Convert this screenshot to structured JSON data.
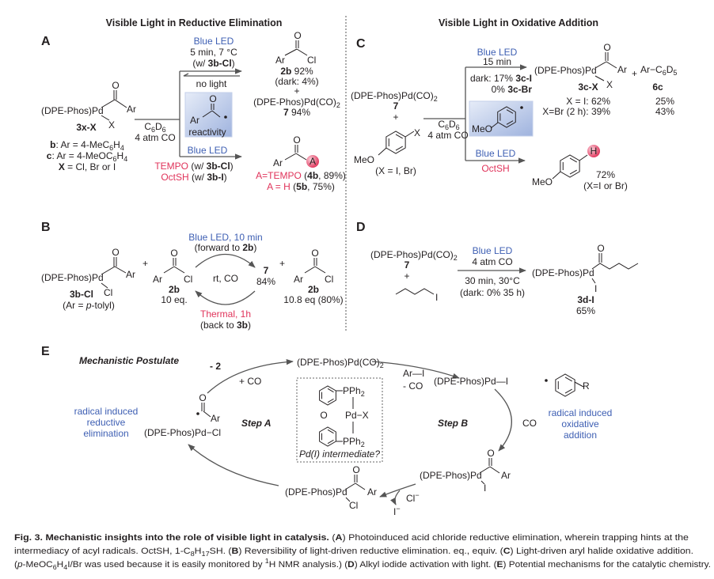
{
  "headers": {
    "left": "Visible Light in Reductive Elimination",
    "right": "Visible Light in Oxidative Addition"
  },
  "panel_letters": [
    "A",
    "B",
    "C",
    "D",
    "E"
  ],
  "colors": {
    "blue": "#3e5fb3",
    "red": "#e0335a",
    "highlight_box": "#aebfe2"
  },
  "panelA": {
    "reactant_pd": "(DPE-Phos)Pd",
    "O": "O",
    "Ar": "Ar",
    "X": "X",
    "reactant_id": "3x-X",
    "def_b": [
      [
        "b",
        "b"
      ],
      [
        ": Ar = 4-MeC",
        ""
      ],
      [
        "6",
        "sub"
      ],
      [
        "H",
        ""
      ],
      [
        "4",
        "sub"
      ]
    ],
    "def_c": [
      [
        "c",
        "b"
      ],
      [
        ": Ar = 4-MeOC",
        ""
      ],
      [
        "6",
        "sub"
      ],
      [
        "H",
        ""
      ],
      [
        "4",
        "sub"
      ]
    ],
    "def_x": [
      [
        "X",
        "b"
      ],
      [
        " = Cl, Br or I",
        ""
      ]
    ],
    "solvent": [
      [
        "C",
        ""
      ],
      [
        "6",
        "sub"
      ],
      [
        "D",
        ""
      ],
      [
        "6",
        "sub"
      ]
    ],
    "pressure": "4 atm CO",
    "top_light": "Blue LED",
    "top_time": "5 min, 7 °C",
    "top_with": [
      [
        "(w/ ",
        ""
      ],
      [
        "3b-Cl",
        "b"
      ],
      [
        ")",
        ""
      ]
    ],
    "reverse": "no light",
    "box_label": "reactivity",
    "bottom_light": "Blue LED",
    "trap1": [
      [
        "TEMPO",
        "r"
      ],
      [
        " (w/ ",
        ""
      ],
      [
        "3b-Cl",
        "b"
      ],
      [
        ")",
        ""
      ]
    ],
    "trap2": [
      [
        "OctSH",
        "r"
      ],
      [
        " (w/ ",
        ""
      ],
      [
        "3b-I",
        "b"
      ],
      [
        ")",
        ""
      ]
    ],
    "prod_Cl": "Cl",
    "prod_2b": [
      [
        "2b",
        "b"
      ],
      [
        " 92%",
        ""
      ]
    ],
    "prod_dark": "(dark: 4%)",
    "plus": "+",
    "prod_pd": [
      [
        "(DPE-Phos)Pd(CO)",
        ""
      ],
      [
        "2",
        "sub"
      ]
    ],
    "prod_7": [
      [
        "7",
        "b"
      ],
      [
        " 94%",
        ""
      ]
    ],
    "trap_atom": "A",
    "trap_res1": [
      [
        "A=TEMPO",
        "r"
      ],
      [
        " (",
        ""
      ],
      [
        "4b",
        "b"
      ],
      [
        ", 89%)",
        ""
      ]
    ],
    "trap_res2": [
      [
        "A = H",
        "r"
      ],
      [
        " (",
        ""
      ],
      [
        "5b",
        "b"
      ],
      [
        ", 75%)",
        ""
      ]
    ]
  },
  "panelB": {
    "light": "Blue LED, 10 min",
    "forward": [
      [
        "(forward to ",
        ""
      ],
      [
        "2b",
        "b"
      ],
      [
        ")",
        ""
      ]
    ],
    "reactant_pd": "(DPE-Phos)Pd",
    "reactant_id": "3b-Cl",
    "Cl": "Cl",
    "aryl_def": [
      [
        "(Ar = ",
        ""
      ],
      [
        "p",
        "i"
      ],
      [
        "-tolyl)",
        ""
      ]
    ],
    "left_2b": "2b",
    "left_eq": "10 eq.",
    "conditions": "rt, CO",
    "mid_7": "7",
    "mid_yield": "84%",
    "right_2b": "2b",
    "right_eq": "10.8 eq (80%)",
    "thermal": "Thermal, 1h",
    "back": [
      [
        "(back to ",
        ""
      ],
      [
        "3b",
        "b"
      ],
      [
        ")",
        ""
      ]
    ]
  },
  "panelC": {
    "reagent": [
      [
        "(DPE-Phos)Pd(CO)",
        ""
      ],
      [
        "2",
        "sub"
      ]
    ],
    "reagent_id": "7",
    "MeO": "MeO",
    "X": "X",
    "halide": "(X = I, Br)",
    "solvent": [
      [
        "C",
        ""
      ],
      [
        "6",
        "sub"
      ],
      [
        "D",
        ""
      ],
      [
        "6",
        "sub"
      ]
    ],
    "pressure": "4 atm CO",
    "top_light": "Blue LED",
    "top_time": "15 min",
    "dark1": [
      [
        "dark: 17% ",
        ""
      ],
      [
        "3c-I",
        "b"
      ]
    ],
    "dark2": [
      [
        "0% ",
        ""
      ],
      [
        "3c-Br",
        "b"
      ]
    ],
    "prod_pd": "(DPE-Phos)Pd",
    "prod_id": "3c-X",
    "side_prod": [
      [
        "Ar−C",
        ""
      ],
      [
        "6",
        "sub"
      ],
      [
        "D",
        ""
      ],
      [
        "5",
        "sub"
      ]
    ],
    "side_id": "6c",
    "row1_label": "X = I:  62%",
    "row2_label": "X=Br (2 h):  39%",
    "row1_side": "25%",
    "row2_side": "43%",
    "bottom_light": "Blue LED",
    "bottom_reagent": "OctSH",
    "H": "H",
    "bottom_yield": "72%",
    "bottom_note": "(X=I or Br)"
  },
  "panelD": {
    "reagent": [
      [
        "(DPE-Phos)Pd(CO)",
        ""
      ],
      [
        "2",
        "sub"
      ]
    ],
    "reagent_id": "7",
    "I": "I",
    "light": "Blue LED",
    "pressure": "4 atm CO",
    "time": "30 min, 30°C",
    "dark": "(dark:  0% 35 h)",
    "prod_pd": "(DPE-Phos)Pd",
    "prod_id": "3d-I",
    "yield": "65%"
  },
  "panelE": {
    "title": "Mechanistic Postulate",
    "top": [
      [
        "(DPE-Phos)Pd(CO)",
        ""
      ],
      [
        "2",
        "sub"
      ]
    ],
    "minus2": "- 2",
    "plusCO": "+ CO",
    "ArI": "Ar—I",
    "minusCO": "- CO",
    "pdI": "(DPE-Phos)Pd—I",
    "R": "R",
    "left_note": [
      "radical induced",
      "reductive",
      "elimination"
    ],
    "pdCl": "(DPE-Phos)Pd−Cl",
    "stepA": "Step A",
    "stepB": "Step B",
    "CO": "CO",
    "right_note": [
      "radical induced",
      "oxidative",
      "addition"
    ],
    "inset_P1": [
      [
        "PPh",
        ""
      ],
      [
        "2",
        "sub"
      ]
    ],
    "inset_P2": [
      [
        "PPh",
        ""
      ],
      [
        "2",
        "sub"
      ]
    ],
    "inset_PdX": "Pd−X",
    "inset_O": "O",
    "inset_caption": "Pd(I) intermediate?",
    "right_pd": "(DPE-Phos)Pd",
    "bottom_pd": "(DPE-Phos)Pd",
    "Cl_minus": [
      [
        "Cl",
        ""
      ],
      [
        "−",
        "sup"
      ]
    ],
    "I_minus": [
      [
        "I",
        ""
      ],
      [
        "−",
        "sup"
      ]
    ]
  },
  "caption": [
    [
      [
        "Fig. 3. Mechanistic insights into the role of visible light in catalysis.",
        "b"
      ],
      [
        " (",
        ""
      ],
      [
        "A",
        "b"
      ],
      [
        ") Photoinduced acid chloride reductive elimination, wherein trapping hints at the",
        ""
      ]
    ],
    [
      [
        "intermediacy of acyl radicals. OctSH, 1-C",
        ""
      ],
      [
        "8",
        "sub"
      ],
      [
        "H",
        ""
      ],
      [
        "17",
        "sub"
      ],
      [
        "SH. (",
        ""
      ],
      [
        "B",
        "b"
      ],
      [
        ") Reversibility of light-driven reductive elimination. eq., equiv. (",
        ""
      ],
      [
        "C",
        "b"
      ],
      [
        ") Light-driven aryl halide oxidative addition.",
        ""
      ]
    ],
    [
      [
        "(",
        ""
      ],
      [
        "p",
        "i"
      ],
      [
        "-MeOC",
        ""
      ],
      [
        "6",
        "sub"
      ],
      [
        "H",
        ""
      ],
      [
        "4",
        "sub"
      ],
      [
        "I/Br was used because it is easily monitored by ",
        ""
      ],
      [
        "1",
        "sup"
      ],
      [
        "H NMR analysis.) (",
        ""
      ],
      [
        "D",
        "b"
      ],
      [
        ") Alkyl iodide activation with light. (",
        ""
      ],
      [
        "E",
        "b"
      ],
      [
        ") Potential mechanisms for the catalytic chemistry.",
        ""
      ]
    ]
  ]
}
